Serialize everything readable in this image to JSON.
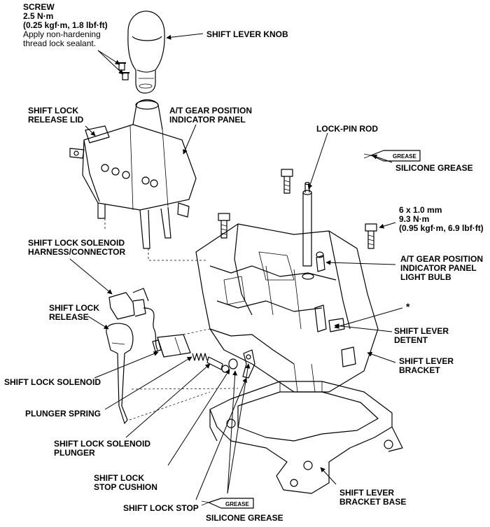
{
  "labels": {
    "screw_title": "SCREW",
    "screw_torque_1": "2.5 N·m",
    "screw_torque_2": "(0.25 kgf·m, 1.8 lbf·ft)",
    "screw_note_1": "Apply non-hardening",
    "screw_note_2": "thread lock sealant.",
    "shift_lever_knob": "SHIFT LEVER KNOB",
    "shift_lock_release_lid_1": "SHIFT LOCK",
    "shift_lock_release_lid_2": "RELEASE LID",
    "at_gear_panel_1": "A/T GEAR POSITION",
    "at_gear_panel_2": "INDICATOR PANEL",
    "lock_pin_rod": "LOCK-PIN ROD",
    "silicone_grease_top": "SILICONE GREASE",
    "grease_tag": "GREASE",
    "bolt_size": "6 x 1.0 mm",
    "bolt_torque_1": "9.3 N·m",
    "bolt_torque_2": "(0.95 kgf·m, 6.9 lbf·ft)",
    "solenoid_harness_1": "SHIFT LOCK SOLENOID",
    "solenoid_harness_2": "HARNESS/CONNECTOR",
    "light_bulb_1": "A/T GEAR POSITION",
    "light_bulb_2": "INDICATOR PANEL",
    "light_bulb_3": "LIGHT BULB",
    "asterisk": "*",
    "shift_lock_release_1": "SHIFT LOCK",
    "shift_lock_release_2": "RELEASE",
    "shift_lever_detent_1": "SHIFT LEVER",
    "shift_lever_detent_2": "DETENT",
    "shift_lever_bracket_1": "SHIFT LEVER",
    "shift_lever_bracket_2": "BRACKET",
    "shift_lock_solenoid": "SHIFT LOCK SOLENOID",
    "plunger_spring": "PLUNGER SPRING",
    "solenoid_plunger_1": "SHIFT LOCK SOLENOID",
    "solenoid_plunger_2": "PLUNGER",
    "stop_cushion_1": "SHIFT LOCK",
    "stop_cushion_2": "STOP CUSHION",
    "bracket_base_1": "SHIFT LEVER",
    "bracket_base_2": "BRACKET BASE",
    "shift_lock_stop": "SHIFT LOCK STOP",
    "silicone_grease_bottom": "SILICONE GREASE"
  }
}
